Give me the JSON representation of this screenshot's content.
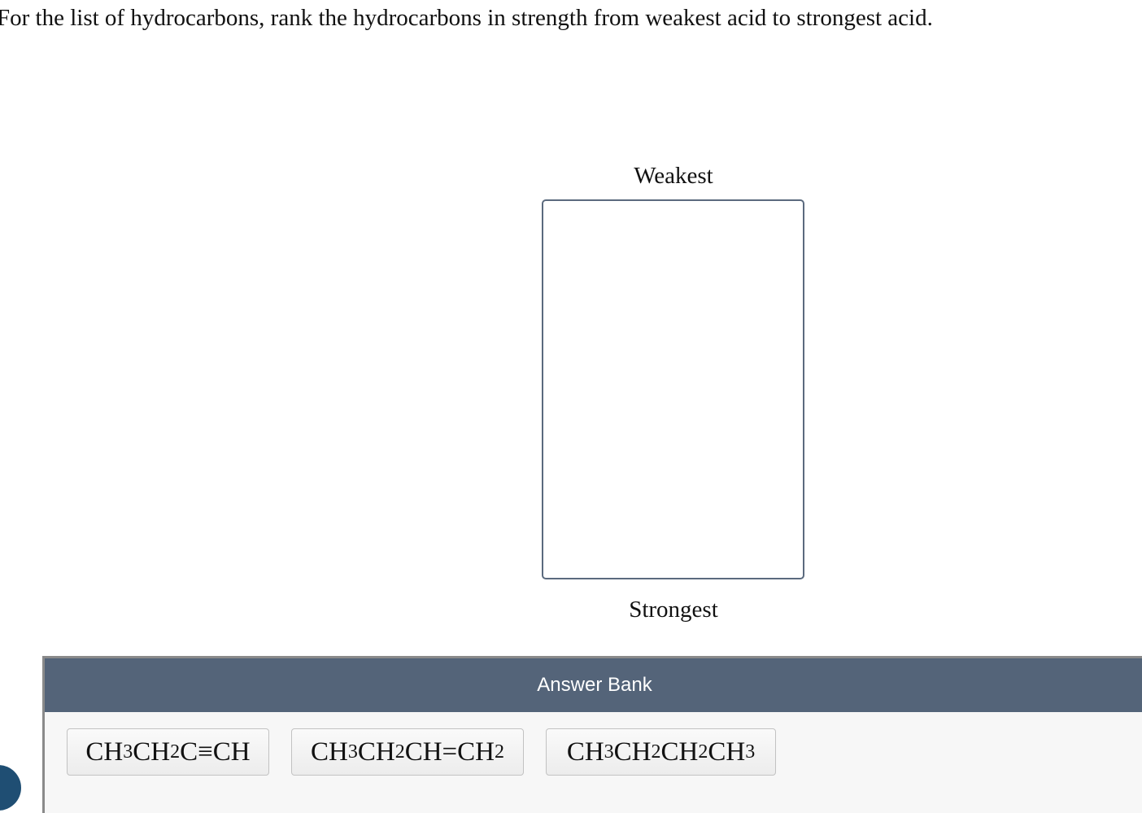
{
  "question": "For the list of hydrocarbons, rank the hydrocarbons in strength from weakest acid to strongest acid.",
  "ranking": {
    "top_label": "Weakest",
    "bottom_label": "Strongest"
  },
  "answer_bank": {
    "title": "Answer Bank",
    "items": [
      {
        "parts": [
          {
            "t": "CH"
          },
          {
            "s": "3"
          },
          {
            "t": "CH"
          },
          {
            "s": "2"
          },
          {
            "t": "C≡CH"
          }
        ]
      },
      {
        "parts": [
          {
            "t": "CH"
          },
          {
            "s": "3"
          },
          {
            "t": "CH"
          },
          {
            "s": "2"
          },
          {
            "t": "CH=CH"
          },
          {
            "s": "2"
          }
        ]
      },
      {
        "parts": [
          {
            "t": "CH"
          },
          {
            "s": "3"
          },
          {
            "t": "CH"
          },
          {
            "s": "2"
          },
          {
            "t": "CH"
          },
          {
            "s": "2"
          },
          {
            "t": "CH"
          },
          {
            "s": "3"
          }
        ]
      }
    ]
  },
  "colors": {
    "header": "#546479",
    "dropbox_border": "#5b6a7e",
    "bank_bg": "#f7f7f7"
  }
}
